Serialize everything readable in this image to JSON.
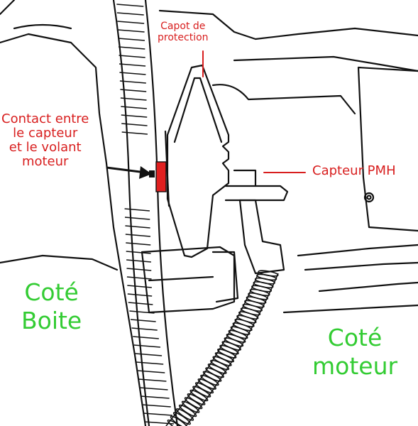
{
  "labels": {
    "capot": {
      "line1": "Capot de",
      "line2": "protection"
    },
    "contact": {
      "line1": "Contact entre",
      "line2": "le capteur",
      "line3": "et le volant",
      "line4": "moteur"
    },
    "capteur_pmh": "Capteur PMH",
    "cote_boite": {
      "line1": "Coté",
      "line2": "Boite"
    },
    "cote_moteur": {
      "line1": "Coté",
      "line2": "moteur"
    }
  },
  "colors": {
    "annotation_red": "#d81e1e",
    "side_green": "#33cc33",
    "line_art": "#111111",
    "sensor_red": "#e02020"
  }
}
